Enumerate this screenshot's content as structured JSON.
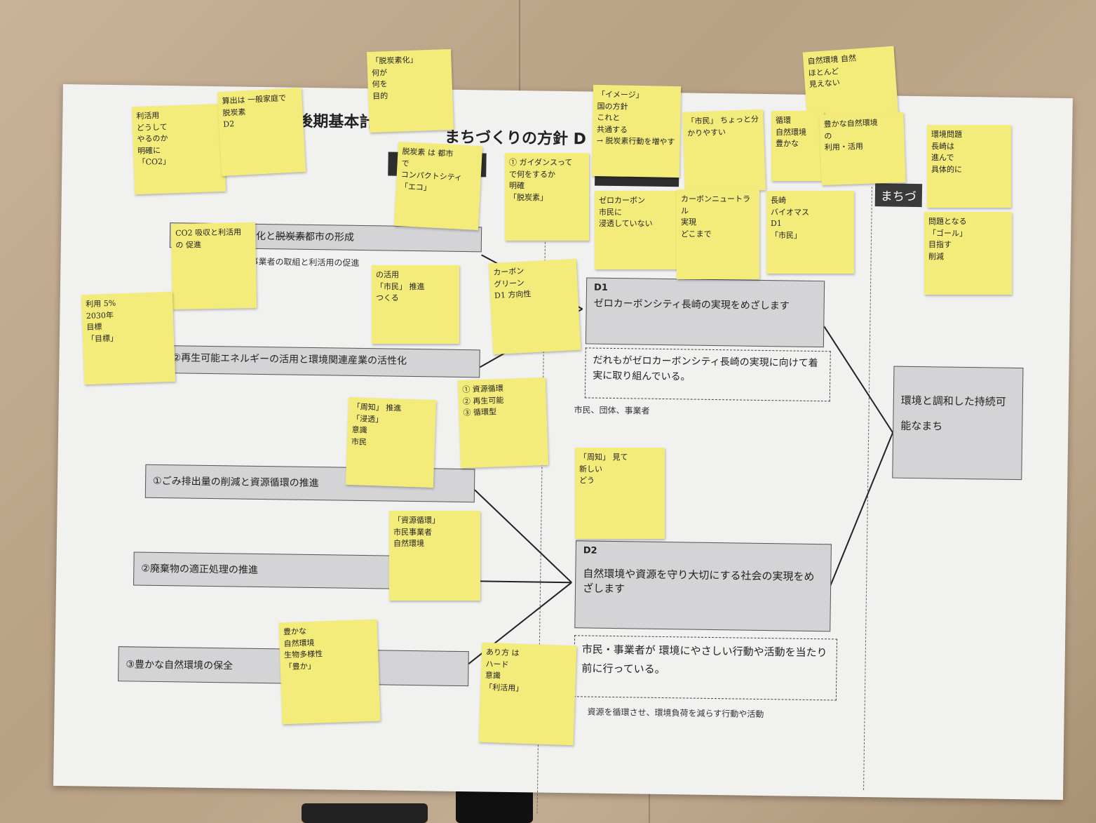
{
  "header": {
    "title_fragment_1": "後期基本計",
    "title_fragment_2": "まちづくりの方針 D",
    "section_tag": "まちづ"
  },
  "left_items": {
    "a1": "事業活動の脱炭素化と",
    "a1_suffix": "都市の形成",
    "a1_sub": "事業者の取組と利活用の促進",
    "a2": "②再生可能エネルギーの活用と環境関連産業の活性化",
    "b1": "①ごみ排出量の削減と資源循環の推進",
    "b2": "②廃棄物の適正処理の推進",
    "b3": "③豊かな自然環境の保全"
  },
  "goals": {
    "d1_id": "D1",
    "d1_text": "ゼロカーボンシティ長崎の実現をめざします",
    "d1_state": "だれもがゼロカーボンシティ長崎の実現に向けて着実に取り組んでいる。",
    "d1_note": "市民、団体、事業者",
    "d2_id": "D2",
    "d2_text": "自然環境や資源を守り大切にする社会の実現をめざします",
    "d2_state": "市民・事業者が 環境にやさしい行動や活動を当たり前に行っている。",
    "d2_note": "資源を循環させ、環境負荷を減らす行動や活動"
  },
  "vision": {
    "text": "環境と調和した持続可能なまち"
  },
  "stickies": [
    "利活用\nどうして\nやるのか\n明確に\n「CO2」",
    "算出は 一般家庭で\n脱炭素\nD2",
    "「脱炭素化」\n何が\n何を\n目的",
    "脱炭素 は 都市\nで\nコンパクトシティ\n「エコ」",
    "① ガイダンスって\nで何をするか\n明確\n「脱炭素」",
    "「イメージ」\n国の方針\nこれと\n共通する\n→ 脱炭素行動を増やす",
    "「市民」 ちょっと分かりやすい",
    "自然環境 自然\nほとんど\n見えない",
    "循環\n自然環境\n豊かな",
    "豊かな自然環境\nの\n利用・活用",
    "環境問題\n長崎は\n進んで\n具体的に",
    "CO2 吸収と利活用\nの 促進",
    "利用  5%\n2030年\n目標\n「目標」",
    "の活用\n「市民」 推進\nつくる",
    "カーボン\nグリーン\nD1 方向性",
    "ゼロカーボン\n市民に\n浸透していない",
    "カーボンニュートラル\n実現\nどこまで",
    "長崎\nバイオマス\nD1\n「市民」",
    "問題となる\n「ゴール」\n目指す\n削減",
    "「周知」 推進\n「浸透」\n意識\n市民",
    "① 資源循環\n② 再生可能\n③ 循環型",
    "「周知」 見て\n新しい\nどう",
    "「資源循環」\n市民事業者\n自然環境",
    "豊かな\n自然環境\n生物多様性\n「豊か」",
    "あり方 は\nハード\n意識\n「利活用」"
  ]
}
